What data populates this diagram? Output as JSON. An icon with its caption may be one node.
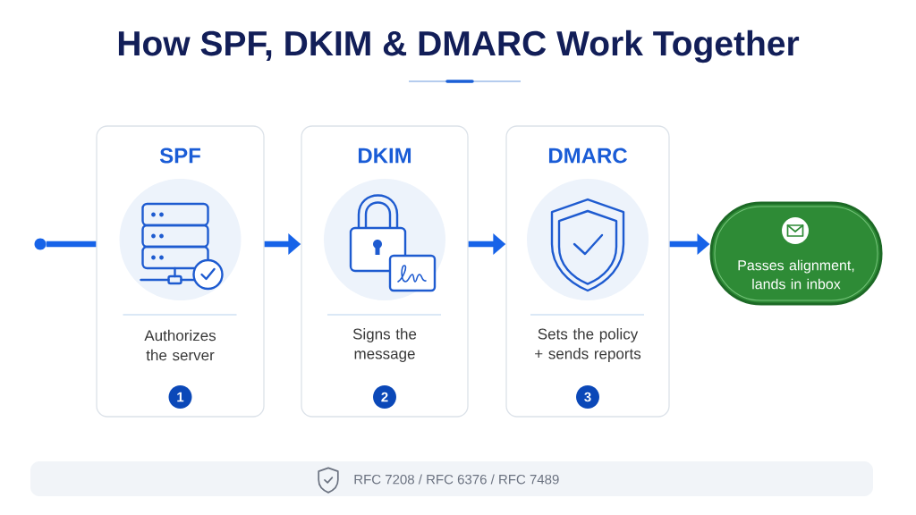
{
  "diagram": {
    "title": "How SPF, DKIM & DMARC Work Together",
    "nodes": [
      {
        "text": [],
        "shape": "circle"
      },
      {
        "text": [
          "SPF",
          "Authorizes the server"
        ]
      },
      {
        "text": [
          "1"
        ],
        "in": 1
      },
      {
        "text": [
          "DKIM",
          "Signs the message"
        ]
      },
      {
        "text": [
          "2"
        ],
        "in": 3
      },
      {
        "text": [
          "DMARC",
          "Sets the policy + sends reports"
        ]
      },
      {
        "text": [
          "3"
        ],
        "in": 5
      },
      {
        "text": [
          "Passes alignment, lands in inbox"
        ]
      }
    ],
    "edges": [
      {
        "from": 0,
        "to": 1,
        "arrow": "none"
      },
      {
        "from": 1,
        "to": 3,
        "arrow": "to"
      },
      {
        "from": 3,
        "to": 5,
        "arrow": "to"
      },
      {
        "from": 5,
        "to": 7,
        "arrow": "to"
      }
    ],
    "labels": [
      "RFC 7208 / RFC 6376 / RFC 7489"
    ]
  }
}
